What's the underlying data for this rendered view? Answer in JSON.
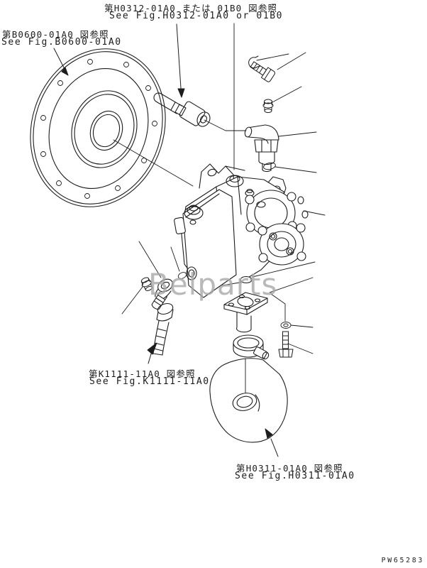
{
  "page": {
    "background": "#ffffff",
    "line_color": "#1c1c1c",
    "watermark": {
      "text": "Belparts",
      "color": "#a8a8a8"
    },
    "doc_code": "PW65283"
  },
  "references": {
    "h0312": {
      "jp": "第H0312-01A0 または 01B0 図参照",
      "en": "See Fig.H0312-01A0 or 01B0"
    },
    "b0600": {
      "jp": "第B0600-01A0 図参照",
      "en": "See Fig.B0600-01A0"
    },
    "k1111": {
      "jp": "第K1111-11A0 図参照",
      "en": "See Fig.K1111-11A0"
    },
    "h0311": {
      "jp": "第H0311-01A0 図参照",
      "en": "See Fig.H0311-01A0"
    }
  },
  "components": [
    "flywheel-housing",
    "inlet-tube",
    "snap-clip",
    "hex-bolt-top",
    "plug-fitting",
    "elbow-fitting-right",
    "o-ring-right",
    "hydraulic-pump-assembly",
    "o-ring-small",
    "elbow-fitting-left",
    "plug-fitting-left",
    "suction-hose-small",
    "flange-plate",
    "washer",
    "hex-bolt-lower",
    "hose-clamp",
    "suction-hose-large"
  ]
}
